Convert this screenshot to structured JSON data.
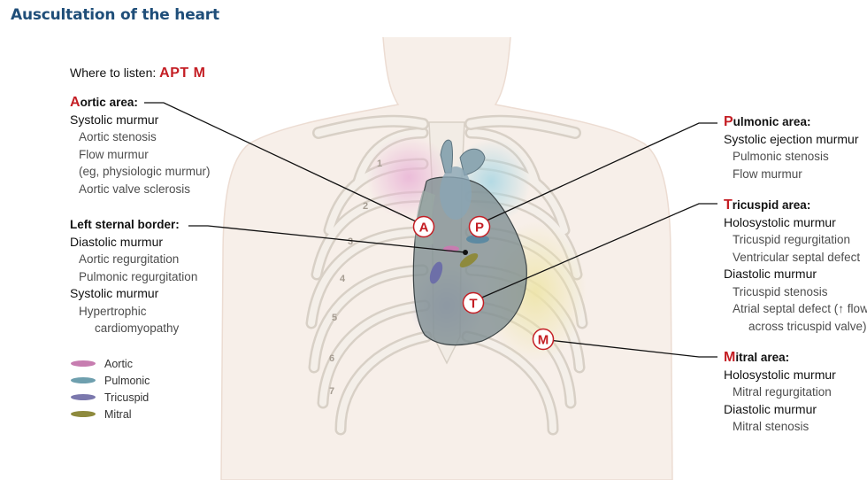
{
  "title": "Auscultation of the heart",
  "where": {
    "label": "Where to listen:",
    "mnemonic": "APT M"
  },
  "aortic": {
    "cap": "A",
    "rest": "ortic area:",
    "lines": [
      {
        "text": "Systolic murmur",
        "kind": "sub"
      },
      {
        "text": "Aortic stenosis",
        "kind": "item"
      },
      {
        "text": "Flow murmur",
        "kind": "item"
      },
      {
        "text": "(eg, physiologic murmur)",
        "kind": "item"
      },
      {
        "text": "Aortic valve sclerosis",
        "kind": "item"
      }
    ]
  },
  "lsb": {
    "heading": "Left sternal border:",
    "lines": [
      {
        "text": "Diastolic murmur",
        "kind": "sub"
      },
      {
        "text": "Aortic regurgitation",
        "kind": "item"
      },
      {
        "text": "Pulmonic regurgitation",
        "kind": "item"
      },
      {
        "text": "Systolic murmur",
        "kind": "sub"
      },
      {
        "text": "Hypertrophic",
        "kind": "item"
      },
      {
        "text": "cardiomyopathy",
        "kind": "item2"
      }
    ]
  },
  "pulmonic": {
    "cap": "P",
    "rest": "ulmonic area:",
    "lines": [
      {
        "text": "Systolic ejection murmur",
        "kind": "sub"
      },
      {
        "text": "Pulmonic stenosis",
        "kind": "item"
      },
      {
        "text": "Flow murmur",
        "kind": "item"
      }
    ]
  },
  "tricuspid": {
    "cap": "T",
    "rest": "ricuspid area:",
    "lines": [
      {
        "text": "Holosystolic murmur",
        "kind": "sub"
      },
      {
        "text": "Tricuspid regurgitation",
        "kind": "item"
      },
      {
        "text": "Ventricular septal defect",
        "kind": "item"
      },
      {
        "text": "Diastolic murmur",
        "kind": "sub"
      },
      {
        "text": "Tricuspid stenosis",
        "kind": "item"
      },
      {
        "text": "Atrial septal defect (↑ flow",
        "kind": "item"
      },
      {
        "text": "across tricuspid valve)",
        "kind": "item2"
      }
    ]
  },
  "mitral": {
    "cap": "M",
    "rest": "itral area:",
    "lines": [
      {
        "text": "Holosystolic murmur",
        "kind": "sub"
      },
      {
        "text": "Mitral regurgitation",
        "kind": "item"
      },
      {
        "text": "Diastolic murmur",
        "kind": "sub"
      },
      {
        "text": "Mitral stenosis",
        "kind": "item"
      }
    ]
  },
  "markers": [
    "A",
    "P",
    "T",
    "M"
  ],
  "ribs": [
    "1",
    "2",
    "3",
    "4",
    "5",
    "6",
    "7"
  ],
  "legend": [
    {
      "label": "Aortic",
      "color": "#c77db0"
    },
    {
      "label": "Pulmonic",
      "color": "#6e9fae"
    },
    {
      "label": "Tricuspid",
      "color": "#7b78ad"
    },
    {
      "label": "Mitral",
      "color": "#8e8a3d"
    }
  ],
  "colors": {
    "accent": "#c41e24",
    "title": "#1f4e79"
  }
}
